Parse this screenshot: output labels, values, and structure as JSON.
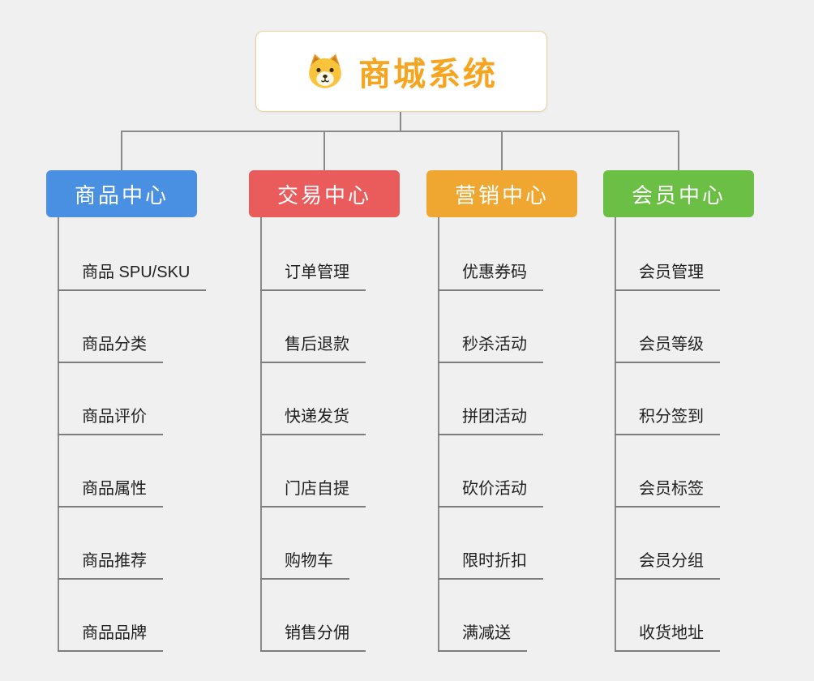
{
  "root": {
    "title": "商城系统",
    "icon": "dog-face-icon",
    "title_color": "#f7a41f",
    "border_color": "#f1d09b"
  },
  "connector_color": "#8a8a8a",
  "background_color": "#f0f0f1",
  "branches": [
    {
      "label": "商品中心",
      "color": "#4a90e2",
      "children": [
        "商品 SPU/SKU",
        "商品分类",
        "商品评价",
        "商品属性",
        "商品推荐",
        "商品品牌"
      ]
    },
    {
      "label": "交易中心",
      "color": "#ea5b5c",
      "children": [
        "订单管理",
        "售后退款",
        "快递发货",
        "门店自提",
        "购物车",
        "销售分佣"
      ]
    },
    {
      "label": "营销中心",
      "color": "#f0a732",
      "children": [
        "优惠券码",
        "秒杀活动",
        "拼团活动",
        "砍价活动",
        "限时折扣",
        "满减送"
      ]
    },
    {
      "label": "会员中心",
      "color": "#6cbf45",
      "children": [
        "会员管理",
        "会员等级",
        "积分签到",
        "会员标签",
        "会员分组",
        "收货地址"
      ]
    }
  ]
}
